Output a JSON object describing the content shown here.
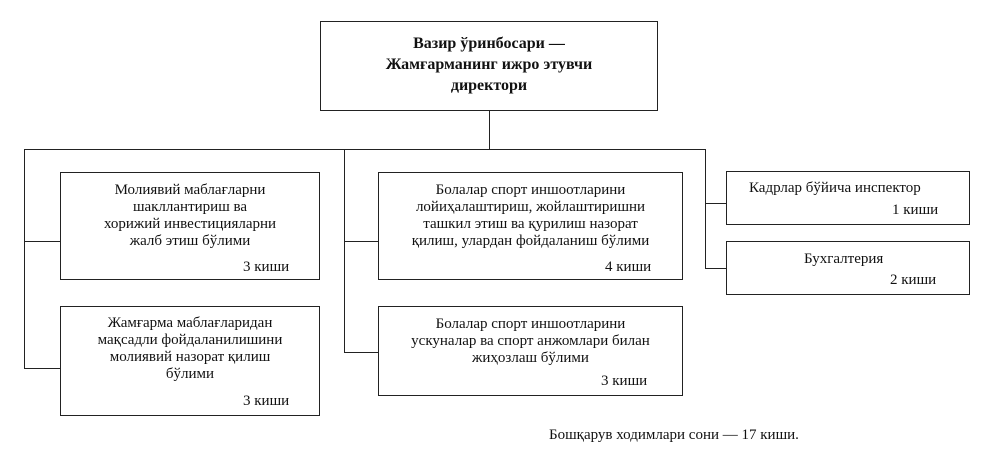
{
  "top": {
    "title_lines": [
      "Вазир ўринбосари —",
      "Жамғарманинг ижро этувчи",
      "директори"
    ]
  },
  "units": [
    {
      "lines": [
        "Молиявий маблағларни",
        "шакллантириш ва",
        "хорижий инвестицияларни",
        "жалб этиш бўлими"
      ],
      "staff": "3 киши"
    },
    {
      "lines": [
        "Жамғарма маблағларидан",
        "мақсадли фойдаланилишини",
        "молиявий назорат қилиш",
        "бўлими"
      ],
      "staff": "3 киши"
    },
    {
      "lines": [
        "Болалар спорт иншоотларини",
        "лойиҳалаштириш, жойлаштиришни",
        "ташкил этиш ва  қурилиш назорат",
        "қилиш, улардан фойдаланиш  бўлими"
      ],
      "staff": "4 киши"
    },
    {
      "lines": [
        "Болалар спорт иншоотларини",
        "ускуналар ва  спорт анжомлари билан",
        "жиҳозлаш  бўлими"
      ],
      "staff": "3 киши"
    },
    {
      "lines": [
        "Кадрлар бўйича инспектор"
      ],
      "staff": "1 киши"
    },
    {
      "lines": [
        "Бухгалтерия"
      ],
      "staff": "2 киши"
    }
  ],
  "footer": "Бошқарув ходимлари сони — 17 киши."
}
